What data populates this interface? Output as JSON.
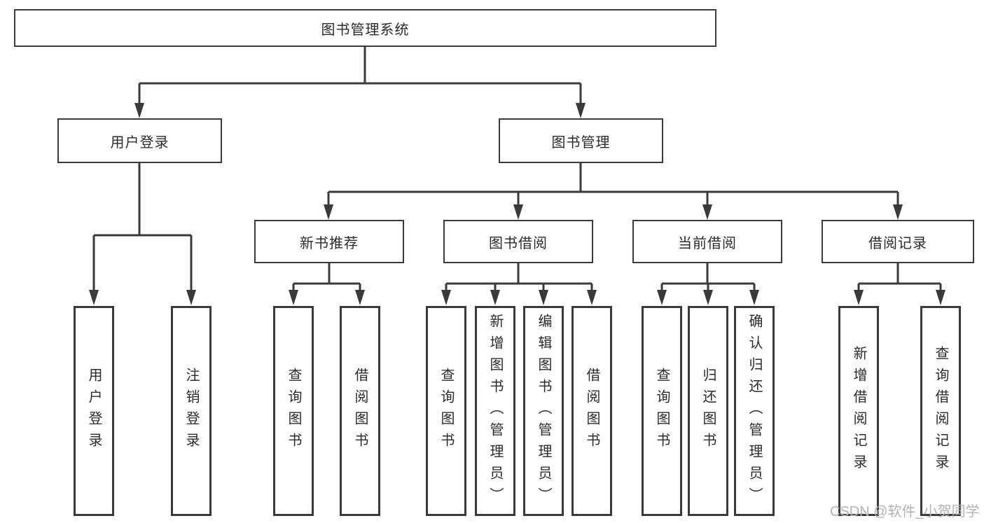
{
  "diagram": {
    "root": {
      "label": "图书管理系统"
    },
    "branches": {
      "user_login": {
        "label": "用户登录"
      },
      "book_management": {
        "label": "图书管理"
      }
    },
    "modules": {
      "new_book_recommendation": {
        "label": "新书推荐"
      },
      "book_borrowing": {
        "label": "图书借阅"
      },
      "current_borrowing": {
        "label": "当前借阅"
      },
      "borrowing_records": {
        "label": "借阅记录"
      }
    },
    "functions": {
      "user_login": {
        "label": "用户登录"
      },
      "logout": {
        "label": "注销登录"
      },
      "rec_query_books": {
        "label": "查询图书"
      },
      "rec_borrow_books": {
        "label": "借阅图书"
      },
      "borrow_query_books": {
        "label": "查询图书"
      },
      "borrow_add_books": {
        "label": "新增图书（管理员）"
      },
      "borrow_edit_books": {
        "label": "编辑图书（管理员）"
      },
      "borrow_borrow_books": {
        "label": "借阅图书"
      },
      "current_query_books": {
        "label": "查询图书"
      },
      "current_return_books": {
        "label": "归还图书"
      },
      "current_confirm_return": {
        "label": "确认归还（管理员）"
      },
      "records_add_record": {
        "label": "新增借阅记录"
      },
      "records_query_record": {
        "label": "查询借阅记录"
      }
    }
  },
  "watermark": {
    "text": "CSDN @软件_小贺同学"
  },
  "colors": {
    "line": "#3a3a3a",
    "box_border": "#3a3a3a",
    "box_background": "#ffffff",
    "text": "#2b2b2b",
    "page_background": "#ffffff",
    "watermark": "#b3b3b3"
  }
}
